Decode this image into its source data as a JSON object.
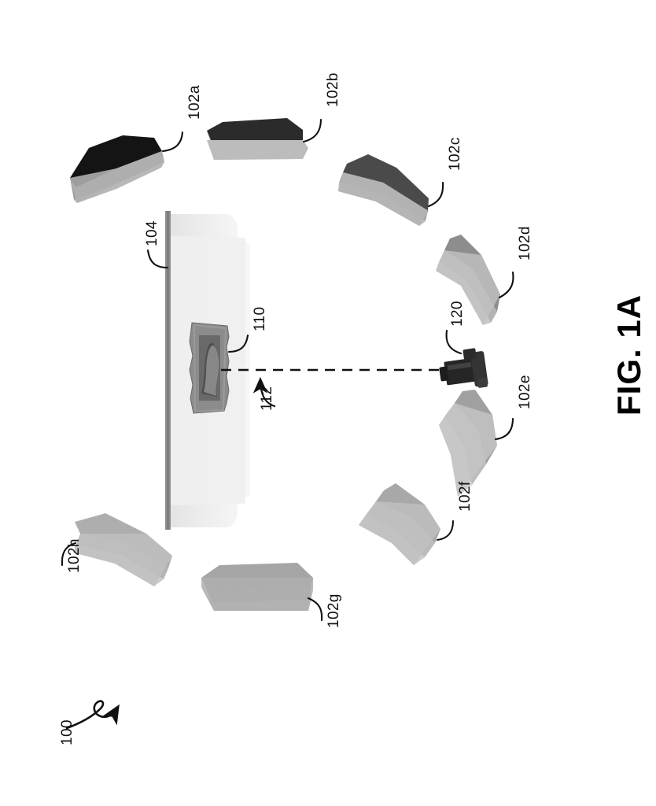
{
  "figure": {
    "title": "FIG. 1A",
    "system_label": "100",
    "wall_label": "104",
    "artwork_label": "110",
    "sightline_label": "112",
    "camera_label": "120"
  },
  "modules": [
    {
      "id": "102a",
      "label": "102a",
      "top_shade": "#141414",
      "side_shade": "#b8b8b8",
      "front_shade": "#9e9e9e"
    },
    {
      "id": "102b",
      "label": "102b",
      "top_shade": "#2b2b2b",
      "side_shade": "#c2c2c2",
      "front_shade": "#aeaeae"
    },
    {
      "id": "102c",
      "label": "102c",
      "top_shade": "#4a4a4a",
      "side_shade": "#bdbdbd",
      "front_shade": "#a6a6a6"
    },
    {
      "id": "102d",
      "label": "102d",
      "top_shade": "#8d8d8d",
      "side_shade": "#c9c9c9",
      "front_shade": "#b3b3b3"
    },
    {
      "id": "102e",
      "label": "102e",
      "top_shade": "#a0a0a0",
      "side_shade": "#cfcfcf",
      "front_shade": "#bcbcbc"
    },
    {
      "id": "102f",
      "label": "102f",
      "top_shade": "#a8a8a8",
      "side_shade": "#cccccc",
      "front_shade": "#bbbbbb"
    },
    {
      "id": "102g",
      "label": "102g",
      "top_shade": "#a5a5a5",
      "side_shade": "#c8c8c8",
      "front_shade": "#b0b0b0"
    },
    {
      "id": "102h",
      "label": "102h",
      "top_shade": "#aeaeae",
      "side_shade": "#cdcdcd",
      "front_shade": "#b4b4b4"
    }
  ],
  "colors": {
    "ink": "#111111",
    "paper": "#ffffff",
    "wall_edge": "#8a8a8a",
    "wall_face": "#ededed",
    "frame": "#7b7b7b",
    "canvas": "#5f5f5f",
    "camera_body": "#2a2a2a"
  },
  "notes": {
    "sightline_style": "dashed",
    "arrow_style": "curved-leader"
  }
}
